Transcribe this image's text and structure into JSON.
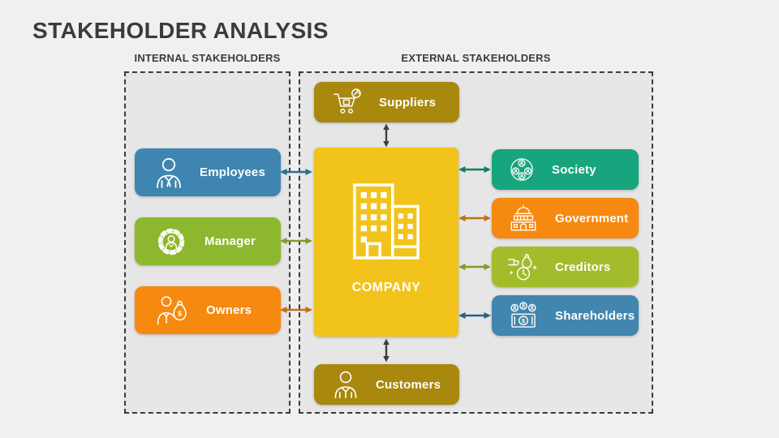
{
  "title": "STAKEHOLDER ANALYSIS",
  "sections": {
    "internal": {
      "label": "INTERNAL STAKEHOLDERS"
    },
    "external": {
      "label": "EXTERNAL STAKEHOLDERS"
    }
  },
  "company": {
    "label": "COMPANY",
    "color": "#F2C31B",
    "icon": "company-building-icon"
  },
  "internal_nodes": [
    {
      "label": "Employees",
      "color": "#3E86B1",
      "arrow_color": "#2B6D94",
      "icon": "employee-person-icon"
    },
    {
      "label": "Manager",
      "color": "#8DB72E",
      "arrow_color": "#7E9C2B",
      "icon": "manager-gear-person-icon"
    },
    {
      "label": "Owners",
      "color": "#F6890F",
      "arrow_color": "#C26F16",
      "icon": "owner-money-bag-icon"
    }
  ],
  "external_nodes": {
    "suppliers": {
      "label": "Suppliers",
      "color": "#A9880E",
      "arrow_color": "#3F3F3F",
      "icon": "supplier-cart-icon"
    },
    "customers": {
      "label": "Customers",
      "color": "#A9880E",
      "arrow_color": "#3F3F3F",
      "icon": "customer-person-icon"
    },
    "right": [
      {
        "label": "Society",
        "color": "#17A57D",
        "arrow_color": "#0F7F63",
        "icon": "society-community-icon"
      },
      {
        "label": "Government",
        "color": "#F6890F",
        "arrow_color": "#C26F16",
        "icon": "government-building-icon"
      },
      {
        "label": "Creditors",
        "color": "#A2BC2C",
        "arrow_color": "#7E9C2B",
        "icon": "creditor-loan-time-icon"
      },
      {
        "label": "Shareholders",
        "color": "#4086AF",
        "arrow_color": "#2D5F82",
        "icon": "shareholders-investment-icon"
      }
    ]
  }
}
